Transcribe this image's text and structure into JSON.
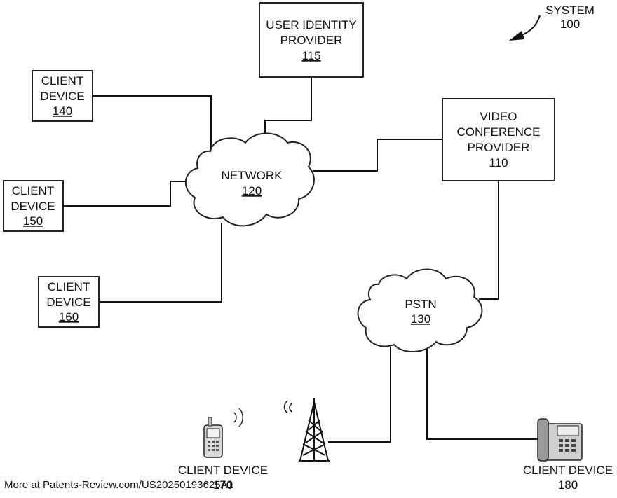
{
  "system": {
    "label": "SYSTEM",
    "number": "100"
  },
  "user_identity_provider": {
    "line1": "USER IDENTITY",
    "line2": "PROVIDER",
    "number": "115"
  },
  "video_conference_provider": {
    "line1": "VIDEO",
    "line2": "CONFERENCE",
    "line3": "PROVIDER",
    "number": "110"
  },
  "network": {
    "label": "NETWORK",
    "number": "120"
  },
  "pstn": {
    "label": "PSTN",
    "number": "130"
  },
  "client_140": {
    "line1": "CLIENT",
    "line2": "DEVICE",
    "number": "140"
  },
  "client_150": {
    "line1": "CLIENT",
    "line2": "DEVICE",
    "number": "150"
  },
  "client_160": {
    "line1": "CLIENT",
    "line2": "DEVICE",
    "number": "160"
  },
  "client_170": {
    "label": "CLIENT DEVICE",
    "number": "170"
  },
  "client_180": {
    "label": "CLIENT DEVICE",
    "number": "180"
  },
  "footer": {
    "text": "More at Patents-Review.com/US20250193625A1"
  }
}
